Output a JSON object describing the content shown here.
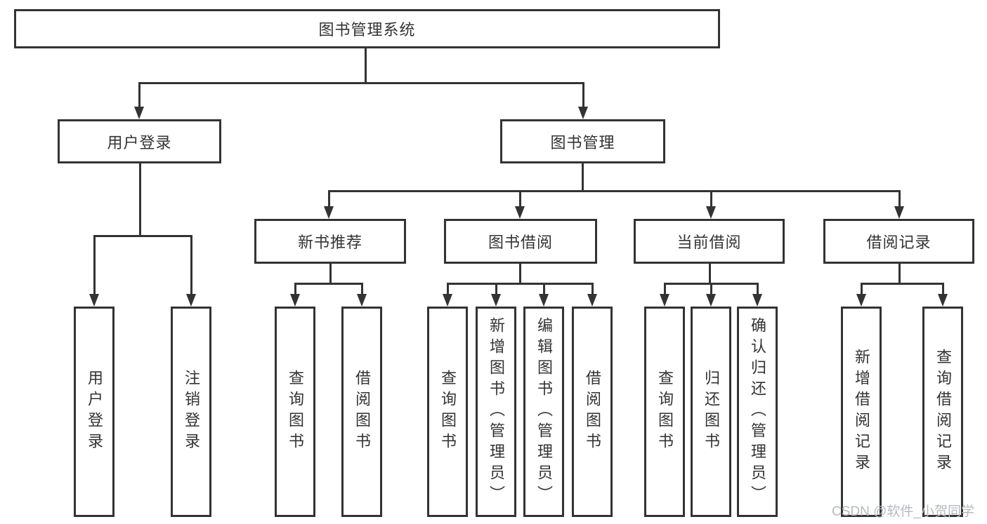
{
  "diagram": {
    "title": "图书管理系统",
    "level1": {
      "user_login": "用户登录",
      "book_mgmt": "图书管理"
    },
    "level2": {
      "new_book_rec": "新书推荐",
      "book_borrow": "图书借阅",
      "current_borrow": "当前借阅",
      "borrow_record": "借阅记录"
    },
    "leaves": {
      "user_login_leaf": "用户登录",
      "logout": "注销登录",
      "nbr_query_book": "查询图书",
      "nbr_borrow_book": "借阅图书",
      "bb_query_book": "查询图书",
      "bb_add_book": "新增图书（管理员）",
      "bb_edit_book": "编辑图书（管理员）",
      "bb_borrow_book": "借阅图书",
      "cb_query_book": "查询图书",
      "cb_return_book": "归还图书",
      "cb_confirm_return": "确认归还（管理员）",
      "br_add_record": "新增借阅记录",
      "br_query_record": "查询借阅记录"
    }
  },
  "watermark": "CSDN @软件_小贺同学",
  "colors": {
    "line": "#333333",
    "text": "#333333",
    "background": "#ffffff",
    "watermark": "#b5b9c0"
  }
}
